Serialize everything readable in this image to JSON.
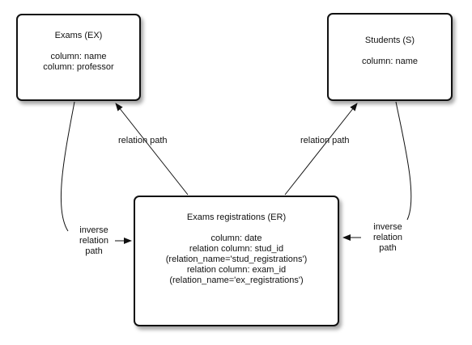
{
  "nodes": {
    "exams": {
      "title": "Exams (EX)",
      "lines": [
        "column: name",
        "column: professor"
      ]
    },
    "students": {
      "title": "Students (S)",
      "lines": [
        "column: name"
      ]
    },
    "er": {
      "title": "Exams registrations (ER)",
      "lines": [
        "column: date",
        "relation column: stud_id",
        "(relation_name='stud_registrations')",
        "relation column: exam_id",
        "(relation_name='ex_registrations')"
      ]
    }
  },
  "edges": {
    "relation_left": "relation path",
    "relation_right": "relation path",
    "inverse_left": [
      "inverse",
      "relation",
      "path"
    ],
    "inverse_right": [
      "inverse",
      "relation",
      "path"
    ]
  }
}
